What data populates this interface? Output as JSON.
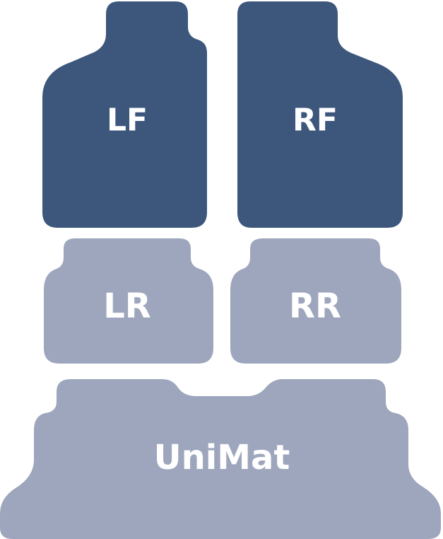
{
  "mats": {
    "lf": {
      "label": "LF",
      "color": "#3c567c"
    },
    "rf": {
      "label": "RF",
      "color": "#3c567c"
    },
    "lr": {
      "label": "LR",
      "color": "#9ea6bd"
    },
    "rr": {
      "label": "RR",
      "color": "#9ea6bd"
    },
    "unimat": {
      "label": "UniMat",
      "color": "#9ea6bd"
    }
  }
}
